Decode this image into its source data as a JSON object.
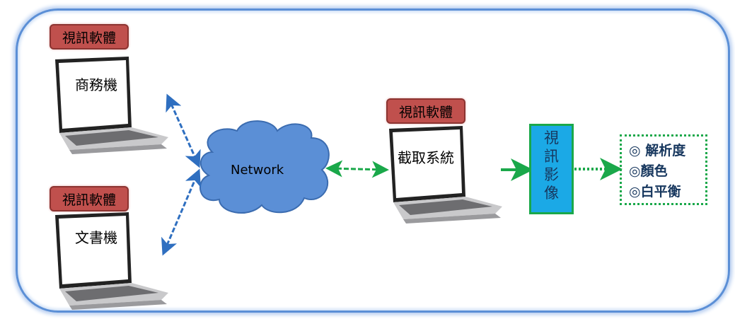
{
  "nodes": {
    "business_pc": {
      "tag": "視訊軟體",
      "label": "商務機"
    },
    "document_pc": {
      "tag": "視訊軟體",
      "label": "文書機"
    },
    "capture_pc": {
      "tag": "視訊軟體",
      "label": "截取系統"
    }
  },
  "network": {
    "label": "Network"
  },
  "video": {
    "label_chars": [
      "視",
      "訊",
      "影",
      "像"
    ]
  },
  "properties": {
    "items": [
      "◎ 解析度",
      "◎顏色",
      "◎白平衡"
    ]
  },
  "colors": {
    "frame": "#5b8fd6",
    "tag": "#c0504d",
    "cloud": "#5b8fd6",
    "video_box": "#1ba9e6",
    "green": "#1aa84a",
    "blue_arrow": "#2f6fc0"
  }
}
